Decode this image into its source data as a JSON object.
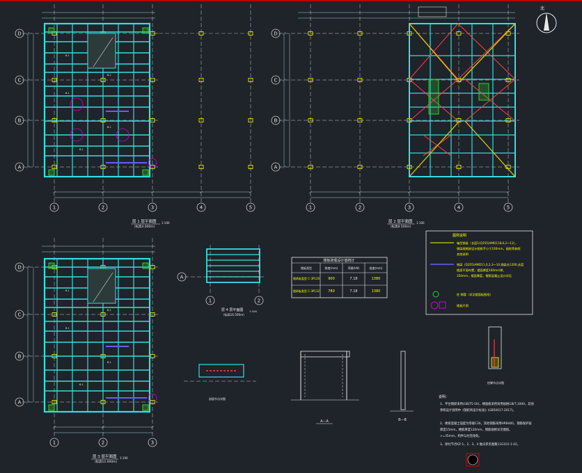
{
  "colors": {
    "background": "#1f232a",
    "beam": "#33e0e0",
    "axis": "#cfcfcf",
    "column": "#ffff00",
    "dimension": "#9fd8d8",
    "text": "#e8e8e8",
    "brace": "#ff4040",
    "magenta": "#d000d0",
    "green": "#30d030",
    "purple": "#6060ff",
    "frame_top": "#c00000"
  },
  "axis_labels_y": [
    "D",
    "C",
    "B",
    "A"
  ],
  "axis_labels_x": [
    "1",
    "2",
    "3",
    "4",
    "5"
  ],
  "plan1": {
    "title": "层 1 层平面图",
    "subtitle": "（标高4.000m）",
    "scale": "1:100"
  },
  "plan2": {
    "title": "层 2 层平面图",
    "subtitle": "（标高8.500m）",
    "scale": "1:100"
  },
  "plan3": {
    "title": "层 3 层平面图",
    "subtitle": "（标高12.000m）",
    "scale": "1:100"
  },
  "plan_small": {
    "title": "层 4 层平面图",
    "subtitle": "（标高16.500m）",
    "scale": "1:100"
  },
  "table": {
    "title": "楼板荷载设计值统计",
    "headers": [
      "楼板类型",
      "跨度(mm)",
      "荷载(kN)",
      "挠度(mm)"
    ],
    "rows": [
      [
        "楼承板类型\nC-3P120",
        "900",
        "7.18",
        "1380"
      ],
      [
        "楼承板类型\nC-3P132",
        "780",
        "7.18",
        "1380"
      ]
    ]
  },
  "legend": {
    "title": "图例说明",
    "items": [
      "箱型钢梁（长度1(Q355)AMD118,0,2～12），",
      "钢梁规格按设计图纸不小于100mm，锚栓等参照",
      "其他说明",
      "钢梁（Q355)AMD11,0,2,3～10,钢梁长1200,长度",
      "楼面平面布置，楼面厚度160mm厚，",
      "350mm，楼面厚度，钢筋混凝土设计详见",
      "柱  钢管（详见楼面板图纸）",
      "楼板开洞"
    ]
  },
  "notes": {
    "title": "说明：",
    "lines": [
      "1、平台钢梁采用(GB/T5-50)，楼面板采用采用规格GB/T,1000，其他",
      "   参照设计说明中《钢结构设计标准》(GB50017-2017)。",
      "2、楼板混凝土强度为等级C30，其他钢筋采用HRB400，钢筋保护层",
      "   厚度15mm，楼板厚度120mm，钢筋规格详见图纸。",
      "   >=35mm，构件与柱连接处。",
      "3、梁柱节点KZ-1、2、3、4 做法参见图集11G101-1-02。"
    ]
  },
  "details": {
    "section_a": "A—A",
    "section_b": "B—B",
    "node_label": "柱脚节点详图"
  }
}
